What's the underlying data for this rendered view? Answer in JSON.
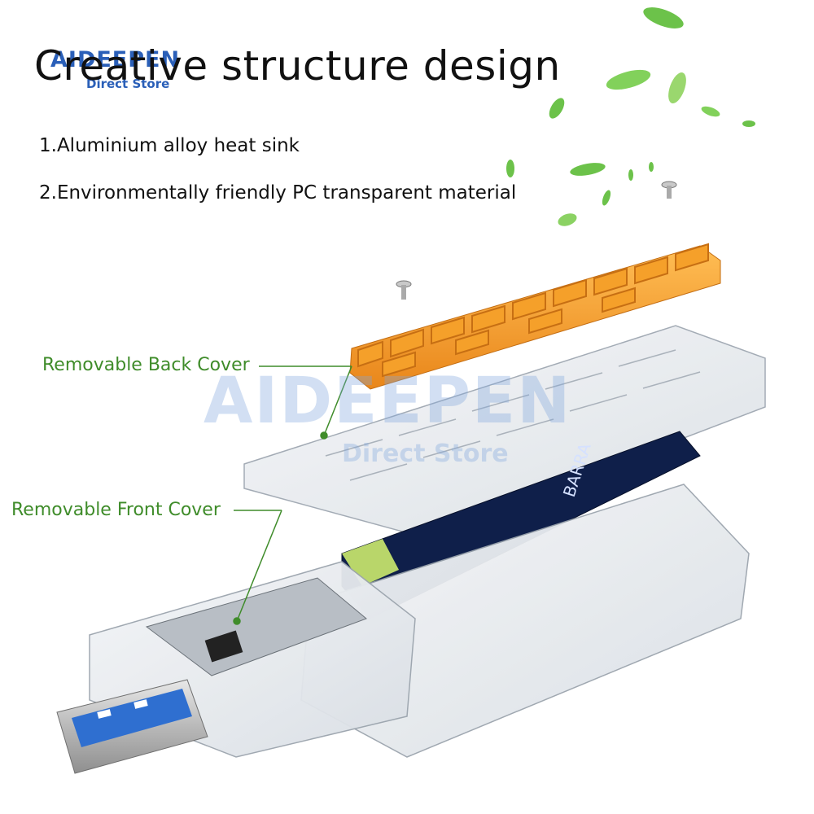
{
  "headline": {
    "title": "Creative structure design",
    "features": [
      "1.Aluminium alloy heat sink",
      "2.Environmentally friendly PC transparent material"
    ]
  },
  "callouts": {
    "back_cover": "Removable Back Cover",
    "front_cover": "Removable Front Cover"
  },
  "branding": {
    "logo_name": "AIDEEPEN",
    "logo_sub": "Direct Store",
    "watermark_name": "AIDEEPEN",
    "watermark_sub": "Direct Store"
  },
  "product": {
    "ssd_label": "BARRA"
  },
  "colors": {
    "heatsink": "#f39a1c",
    "callout_green": "#3f8c2a",
    "ssd_board": "#0f1f4a",
    "usb_blue": "#2f6fd0",
    "leaf": "#6cc24a"
  }
}
